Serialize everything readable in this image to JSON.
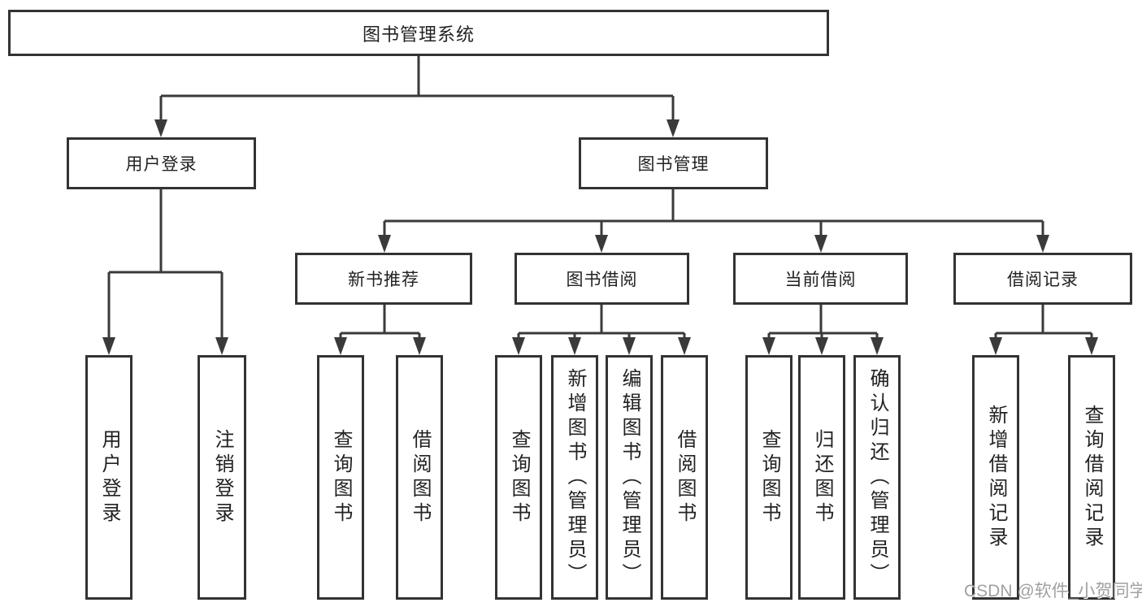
{
  "diagram": {
    "type": "hierarchy-tree",
    "title": "图书管理系统"
  },
  "nodes": {
    "root": "图书管理系统",
    "level2": [
      "用户登录",
      "图书管理"
    ],
    "level3": [
      "新书推荐",
      "图书借阅",
      "当前借阅",
      "借阅记录"
    ],
    "leaves_user_login": [
      "用户登录",
      "注销登录"
    ],
    "leaves_new_book": [
      "查询图书",
      "借阅图书"
    ],
    "leaves_book_borrow": [
      "查询图书",
      "新增图书（管理员）",
      "编辑图书（管理员）",
      "借阅图书"
    ],
    "leaves_current_borrow": [
      "查询图书",
      "归还图书",
      "确认归还（管理员）"
    ],
    "leaves_borrow_record": [
      "新增借阅记录",
      "查询借阅记录"
    ]
  },
  "watermark": "CSDN @软件_小贺同学",
  "colors": {
    "line": "#3a3a3a",
    "box_border": "#333333",
    "text": "#222222",
    "watermark": "#9b9b9b",
    "background": "#ffffff"
  }
}
